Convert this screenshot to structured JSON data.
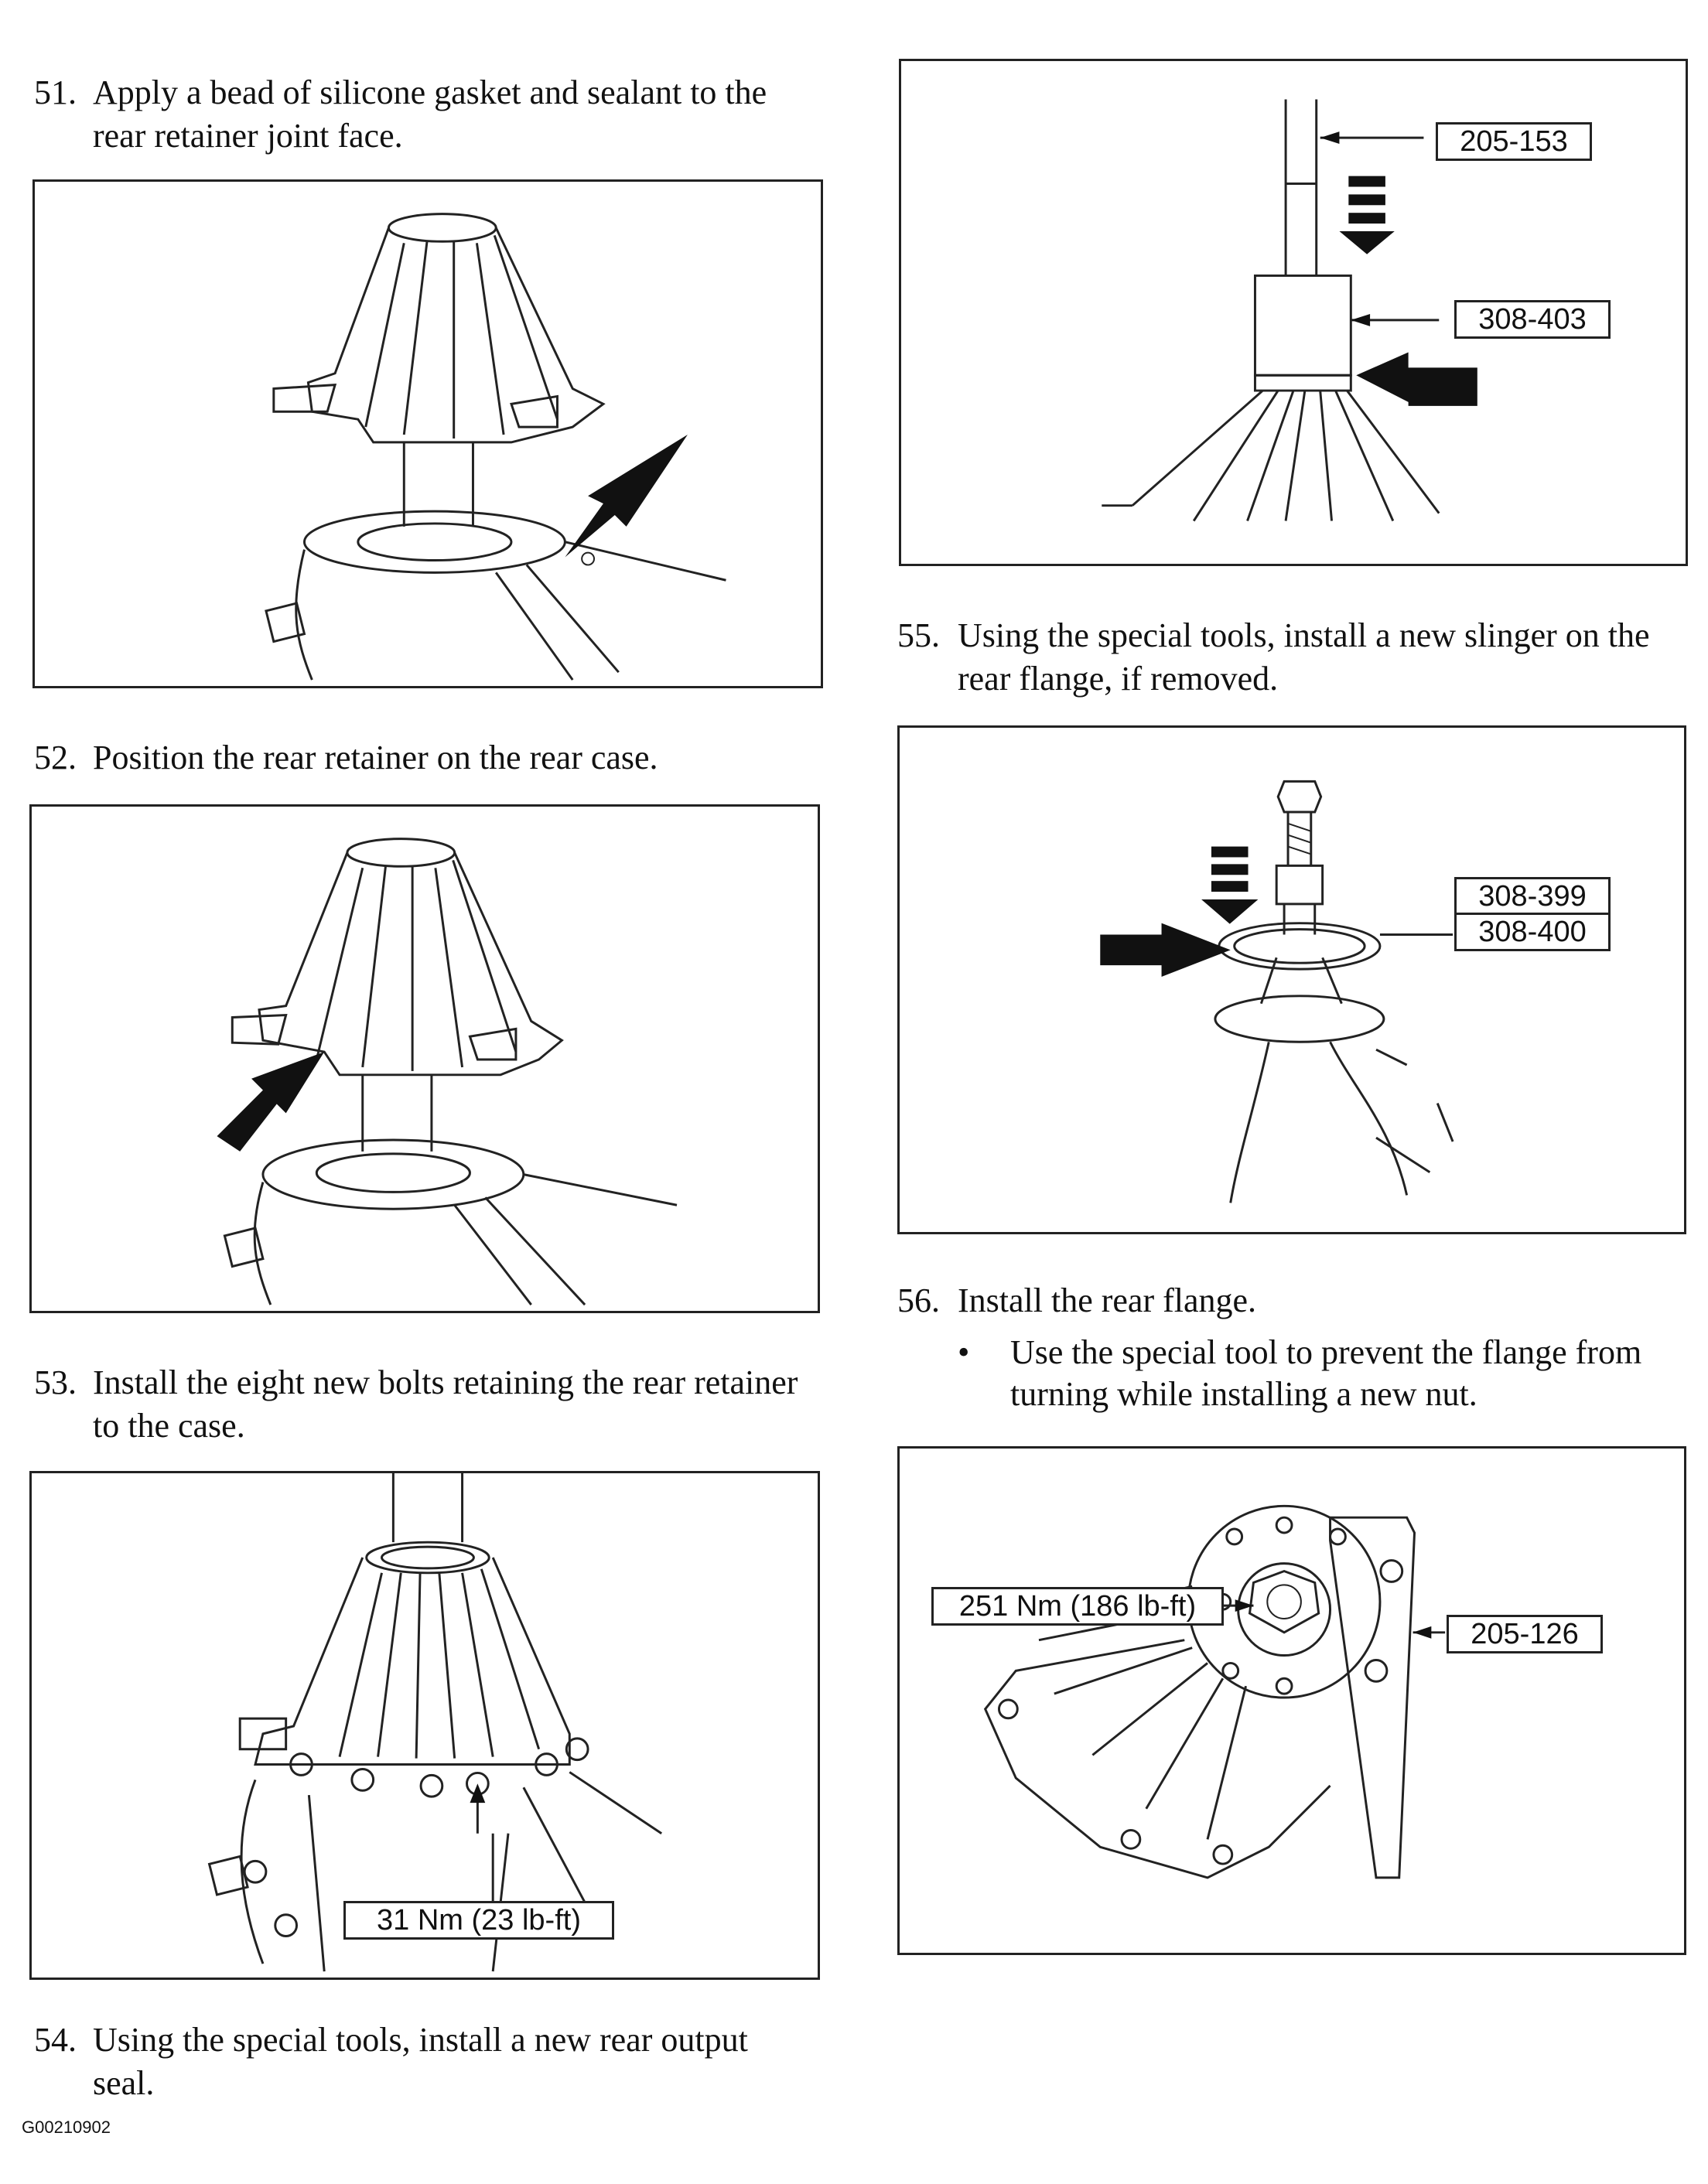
{
  "steps": [
    {
      "num": "51.",
      "text": "Apply a bead of silicone gasket and sealant to the rear retainer joint face."
    },
    {
      "num": "52.",
      "text": "Position the rear retainer on the rear case."
    },
    {
      "num": "53.",
      "text": "Install the eight new bolts retaining the rear retainer to the case."
    },
    {
      "num": "54.",
      "text": "Using the special tools, install a new rear output seal."
    },
    {
      "num": "55.",
      "text": "Using the special tools, install a new slinger on the rear flange, if removed."
    },
    {
      "num": "56.",
      "text": "Install the rear flange."
    }
  ],
  "bullet": {
    "mark": "•",
    "text": "Use the special tool to prevent the flange from turning while installing a new nut."
  },
  "callouts": {
    "torque_bolts": "31 Nm (23 lb-ft)",
    "tool_205_153": "205-153",
    "tool_308_403": "308-403",
    "tool_308_399": "308-399",
    "tool_308_400": "308-400",
    "torque_nut": "251 Nm (186 lb-ft)",
    "tool_205_126": "205-126"
  },
  "doc_code": "G00210902"
}
